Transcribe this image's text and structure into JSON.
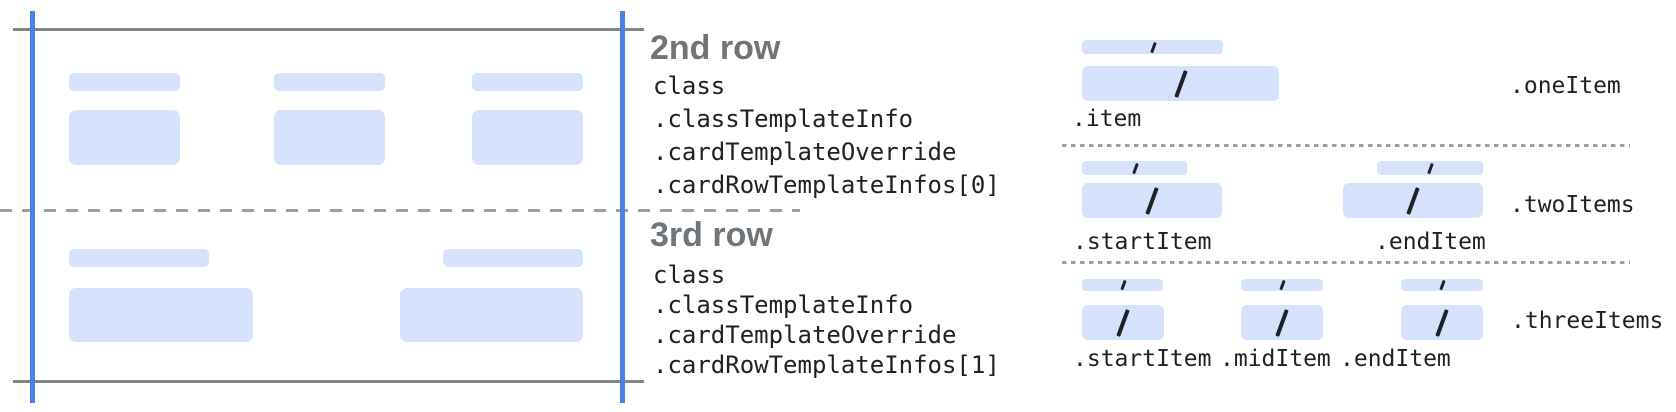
{
  "figure": {
    "rows": [
      {
        "heading": "2nd row",
        "path_lines": [
          "class",
          ".classTemplateInfo",
          ".cardTemplateOverride",
          ".cardRowTemplateInfos[0]"
        ]
      },
      {
        "heading": "3rd row",
        "path_lines": [
          "class",
          ".classTemplateInfo",
          ".cardTemplateOverride",
          ".cardRowTemplateInfos[1]"
        ]
      }
    ],
    "templates": [
      {
        "label": ".oneItem",
        "item_labels": [
          ".item"
        ]
      },
      {
        "label": ".twoItems",
        "item_labels": [
          ".startItem",
          ".endItem"
        ]
      },
      {
        "label": ".threeItems",
        "item_labels": [
          ".startItem",
          ".midItem",
          ".endItem"
        ]
      }
    ],
    "colors": {
      "placeholder_fill": "#d6e2fb",
      "guide_blue": "#4a80e8",
      "guide_gray": "#80868b",
      "divider_gray": "#9aa0a6",
      "heading_gray": "#70757a",
      "code_text": "#202124"
    }
  }
}
